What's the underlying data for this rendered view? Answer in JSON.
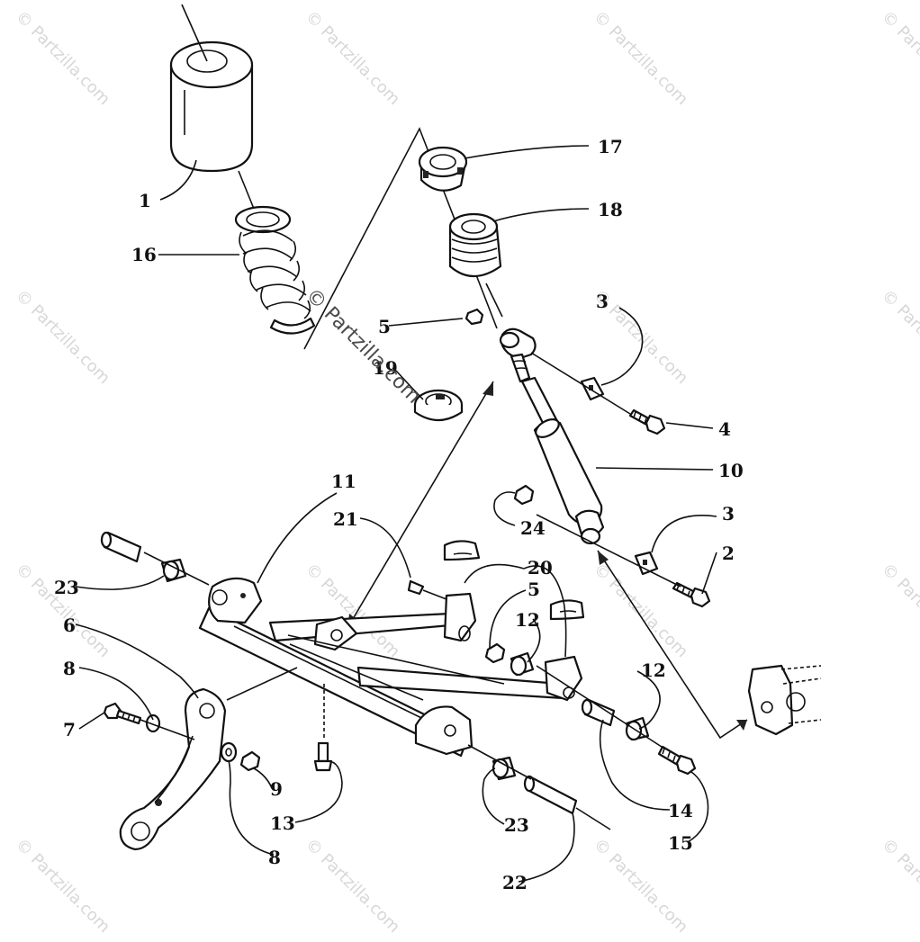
{
  "watermark": {
    "text": "© Partzilla.com"
  },
  "callouts": [
    {
      "id": "1",
      "label": "1"
    },
    {
      "id": "16",
      "label": "16"
    },
    {
      "id": "17",
      "label": "17"
    },
    {
      "id": "18",
      "label": "18"
    },
    {
      "id": "5a",
      "label": "5"
    },
    {
      "id": "19",
      "label": "19"
    },
    {
      "id": "3a",
      "label": "3"
    },
    {
      "id": "4",
      "label": "4"
    },
    {
      "id": "10",
      "label": "10"
    },
    {
      "id": "11",
      "label": "11"
    },
    {
      "id": "21",
      "label": "21"
    },
    {
      "id": "24",
      "label": "24"
    },
    {
      "id": "3b",
      "label": "3"
    },
    {
      "id": "2",
      "label": "2"
    },
    {
      "id": "20",
      "label": "20"
    },
    {
      "id": "5b",
      "label": "5"
    },
    {
      "id": "23a",
      "label": "23"
    },
    {
      "id": "6",
      "label": "6"
    },
    {
      "id": "12a",
      "label": "12"
    },
    {
      "id": "8a",
      "label": "8"
    },
    {
      "id": "12b",
      "label": "12"
    },
    {
      "id": "7",
      "label": "7"
    },
    {
      "id": "9",
      "label": "9"
    },
    {
      "id": "13",
      "label": "13"
    },
    {
      "id": "23b",
      "label": "23"
    },
    {
      "id": "14",
      "label": "14"
    },
    {
      "id": "15",
      "label": "15"
    },
    {
      "id": "8b",
      "label": "8"
    },
    {
      "id": "22",
      "label": "22"
    }
  ]
}
